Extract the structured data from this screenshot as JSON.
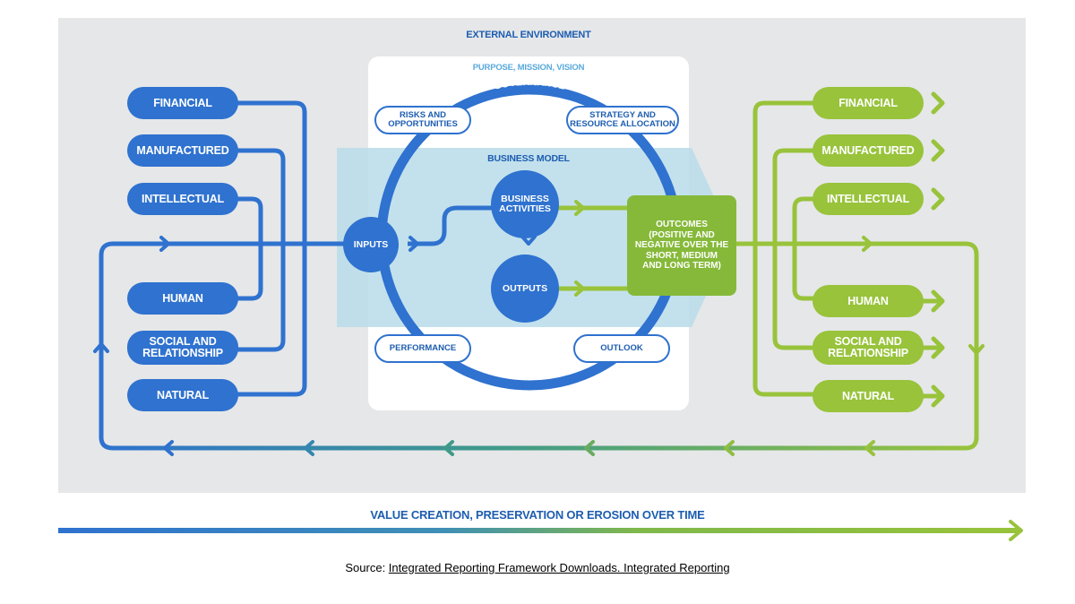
{
  "diagram": {
    "external_environment": "EXTERNAL ENVIRONMENT",
    "purpose": "PURPOSE, MISSION, VISION",
    "governance": "GOVERNANCE",
    "risks": "RISKS AND\nOPPORTUNITIES",
    "strategy": "STRATEGY AND\nRESOURCE ALLOCATION",
    "business_model": "BUSINESS MODEL",
    "inputs": "INPUTS",
    "business_activities": "BUSINESS\nACTIVITIES",
    "outputs": "OUTPUTS",
    "outcomes": "OUTCOMES\n(POSITIVE AND\nNEGATIVE OVER THE\nSHORT, MEDIUM\nAND LONG TERM)",
    "performance": "PERFORMANCE",
    "outlook": "OUTLOOK",
    "input_capitals": [
      "FINANCIAL",
      "MANUFACTURED",
      "INTELLECTUAL",
      "HUMAN",
      "SOCIAL AND\nRELATIONSHIP",
      "NATURAL"
    ],
    "output_capitals": [
      "FINANCIAL",
      "MANUFACTURED",
      "INTELLECTUAL",
      "HUMAN",
      "SOCIAL AND\nRELATIONSHIP",
      "NATURAL"
    ],
    "timeline": "VALUE CREATION, PRESERVATION OR EROSION OVER TIME"
  },
  "source": {
    "prefix": "Source: ",
    "link_text": "Integrated Reporting Framework Downloads. Integrated Reporting"
  },
  "colors": {
    "blue": "#2f72cf",
    "green": "#98c33b",
    "panel": "#e6e7e9",
    "business_model_band": "#b8dcea"
  }
}
